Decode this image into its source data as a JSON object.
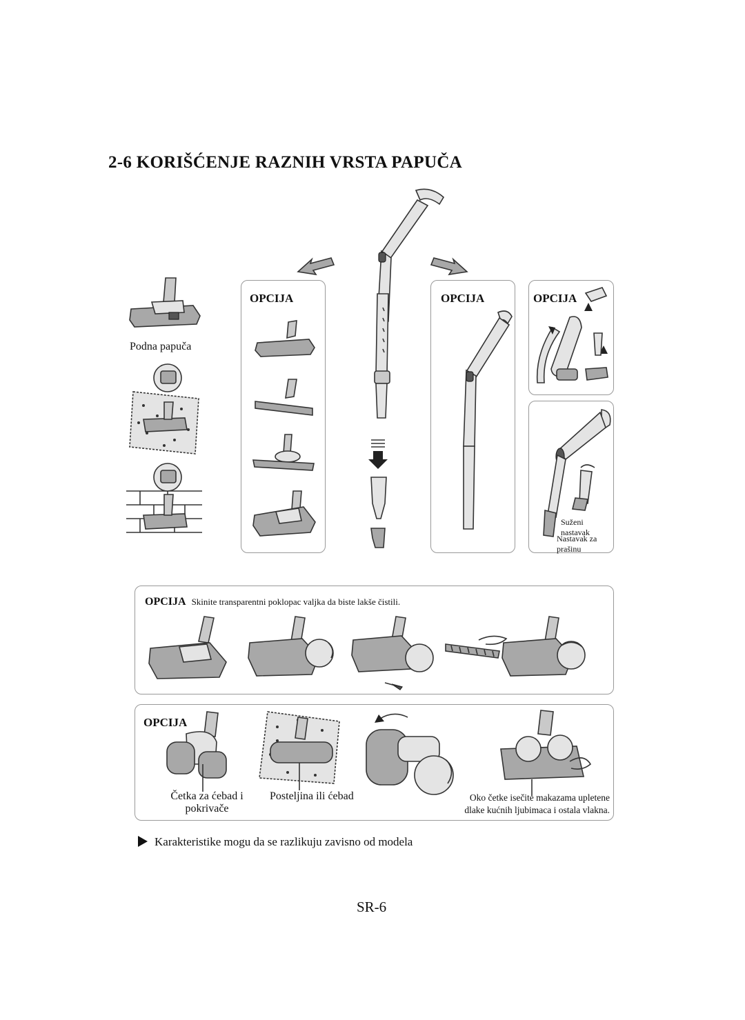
{
  "title": "2-6 KORIŠĆENJE RAZNIH VRSTA PAPUČA",
  "labels": {
    "opcija": "OPCIJA",
    "floor_nozzle": "Podna papuča",
    "crevice_tool": "Suženi nastavak",
    "dusting_brush": "Nastavak za prašinu"
  },
  "turbo_panel": {
    "label": "OPCIJA",
    "instruction": "Skinite transparentni poklopac valjka da biste lakše čistili."
  },
  "mini_turbo_panel": {
    "label": "OPCIJA",
    "caption_tool_line1": "Četka za ćebad i",
    "caption_tool_line2": "pokrivače",
    "caption_use": "Posteljina ili ćebad",
    "caption_cut_line1": "Oko četke isečite makazama upletene",
    "caption_cut_line2": "dlake kućnih ljubimaca i ostala vlakna."
  },
  "footnote": "Karakteristike mogu da se razlikuju zavisno od modela",
  "page_number": "SR-6"
}
